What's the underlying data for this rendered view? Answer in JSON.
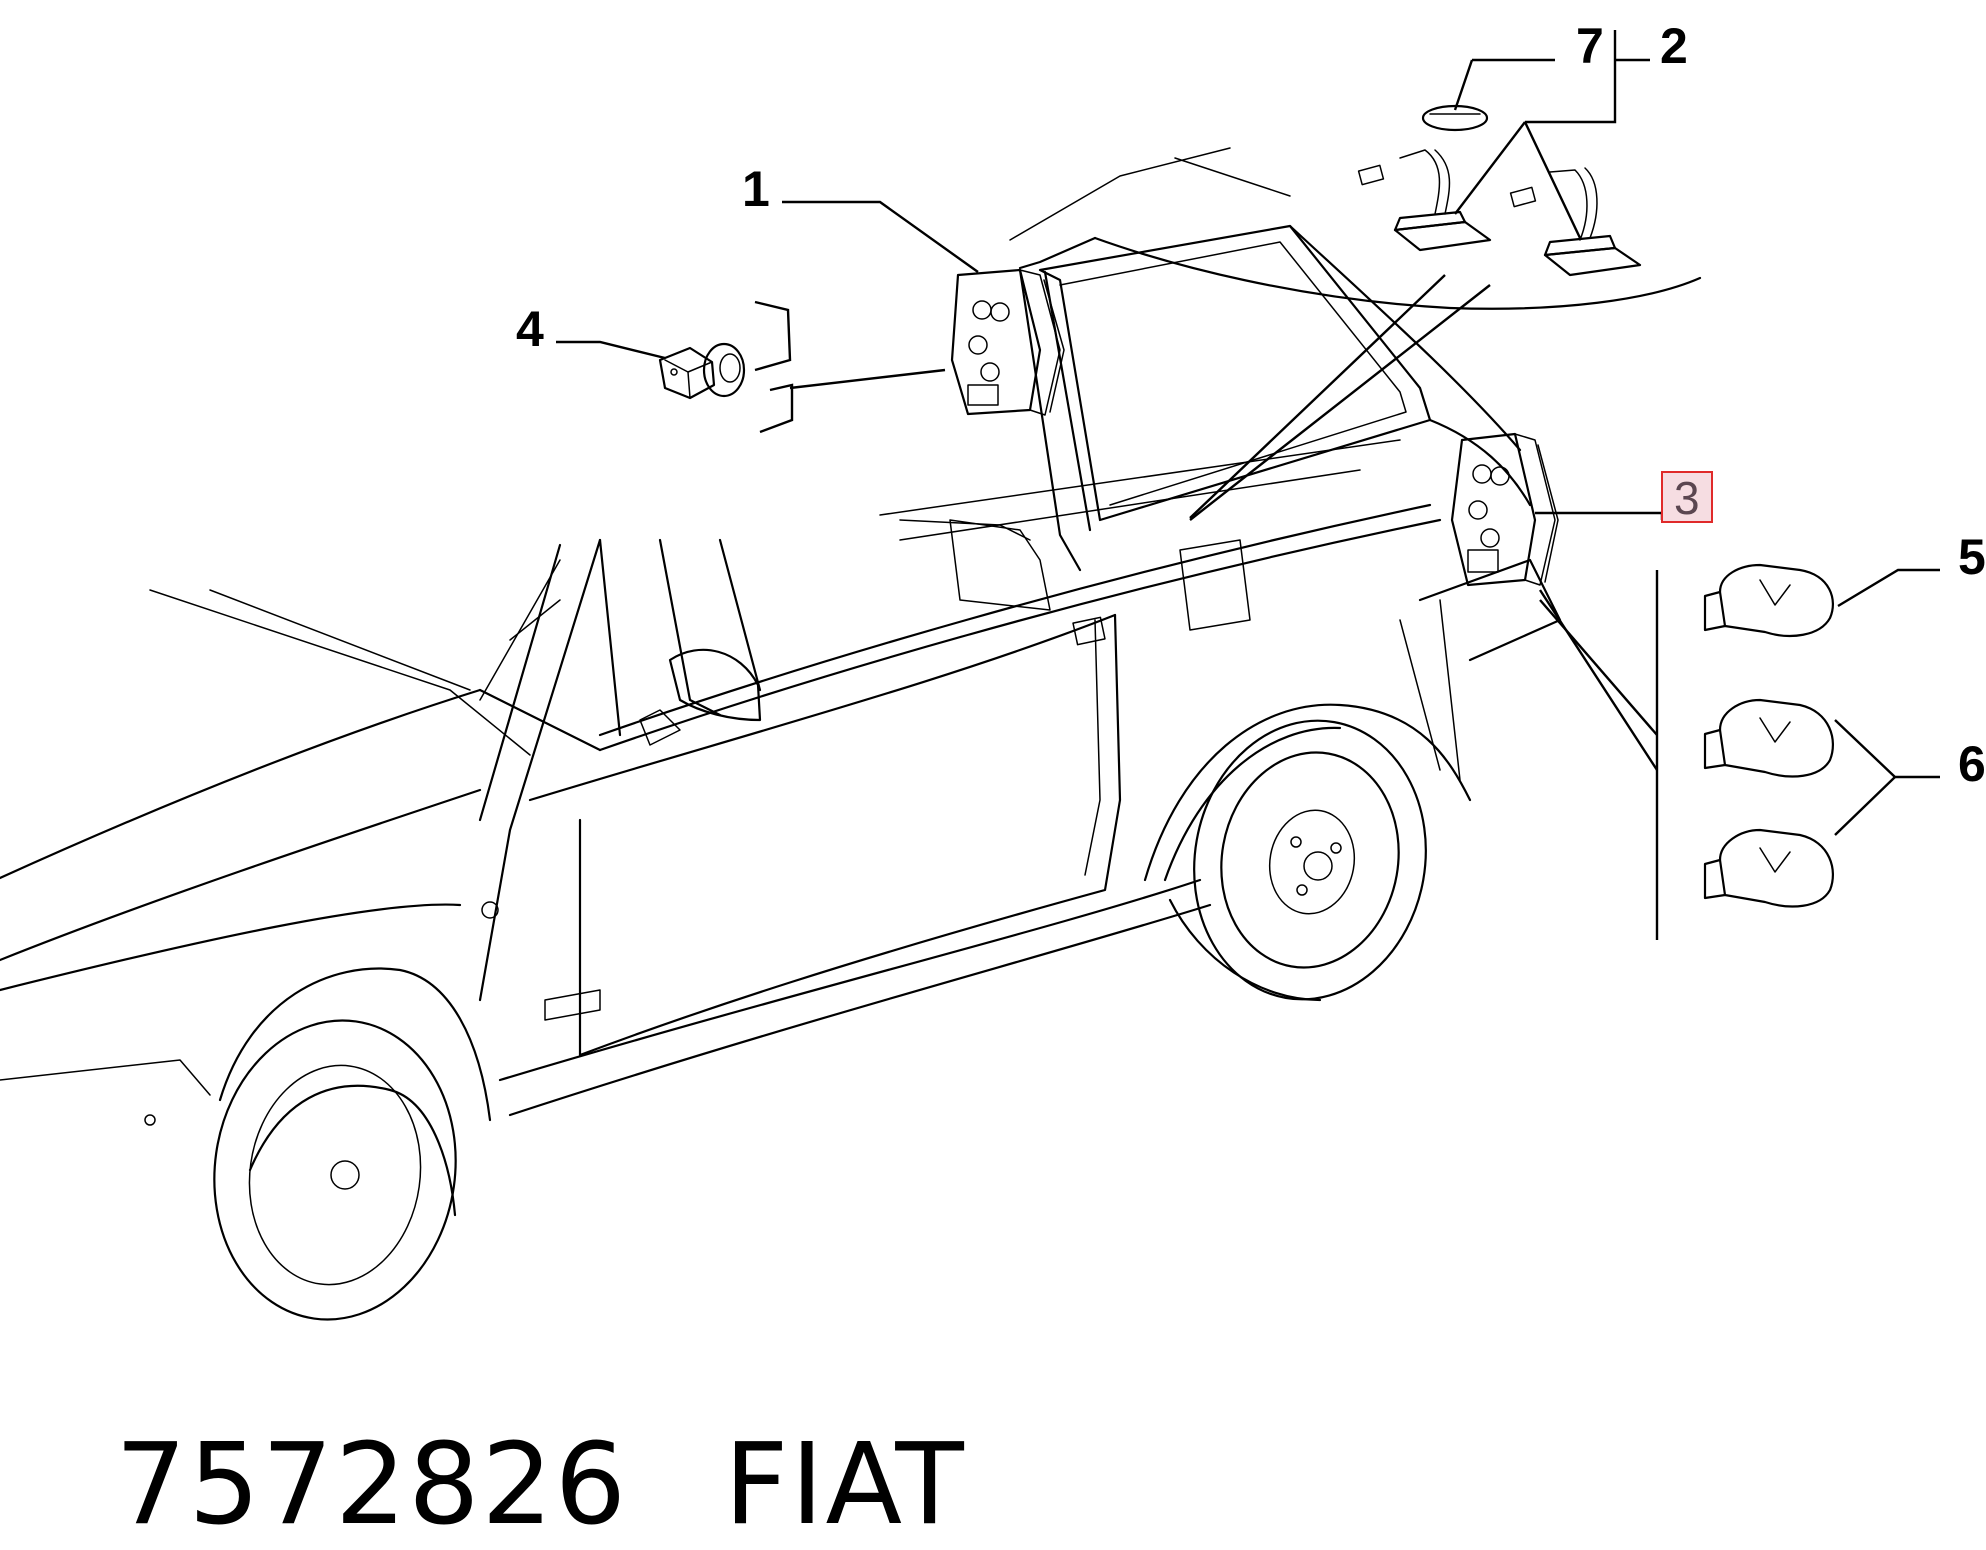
{
  "callouts": [
    {
      "id": "1",
      "label": "1"
    },
    {
      "id": "2",
      "label": "2"
    },
    {
      "id": "3",
      "label": "3",
      "highlighted": true
    },
    {
      "id": "4",
      "label": "4"
    },
    {
      "id": "5",
      "label": "5"
    },
    {
      "id": "6",
      "label": "6"
    },
    {
      "id": "7",
      "label": "7"
    }
  ],
  "footer": {
    "part_number": "7572826",
    "brand": "FIAT"
  },
  "colors": {
    "line": "#000000",
    "highlight_fill": "#f6dde2",
    "highlight_border": "#e02a2a",
    "highlight_text": "#5b4650"
  }
}
